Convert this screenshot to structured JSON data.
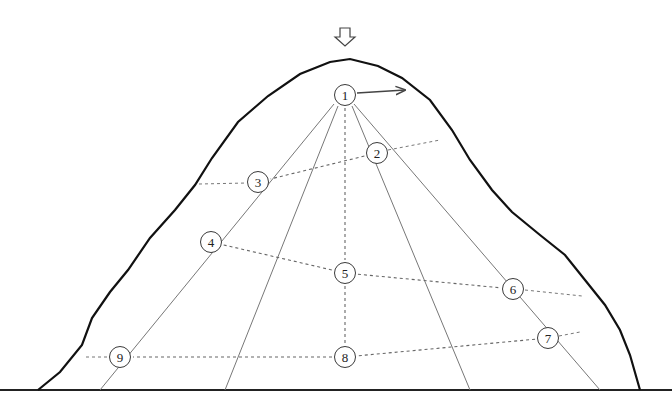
{
  "diagram": {
    "nodes": [
      {
        "text": [
          "1"
        ]
      },
      {
        "text": [
          "2"
        ]
      },
      {
        "text": [
          "3"
        ]
      },
      {
        "text": [
          "4"
        ]
      },
      {
        "text": [
          "5"
        ]
      },
      {
        "text": [
          "6"
        ]
      },
      {
        "text": [
          "7"
        ]
      },
      {
        "text": [
          "8"
        ]
      },
      {
        "text": [
          "9"
        ]
      }
    ],
    "edges": [
      {
        "from": 1,
        "to": 2,
        "arrow": "none"
      },
      {
        "from": 3,
        "to": 4,
        "arrow": "none"
      },
      {
        "from": 4,
        "to": 5,
        "arrow": "none"
      },
      {
        "from": 6,
        "to": 7,
        "arrow": "none"
      },
      {
        "from": 7,
        "to": 8,
        "arrow": "none"
      },
      {
        "from": 0,
        "to": 4,
        "arrow": "none"
      },
      {
        "from": 4,
        "to": 7,
        "arrow": "none"
      }
    ]
  }
}
